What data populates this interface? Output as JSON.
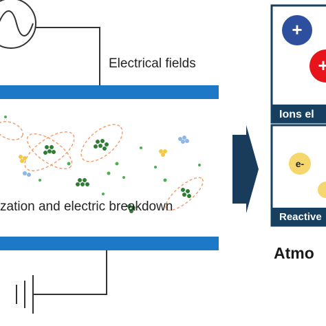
{
  "labels": {
    "electrical_fields": "Electrical fields",
    "breakdown": "zation and electric breakdown",
    "atmo": "Atmo"
  },
  "panels": [
    {
      "title": "Ions el",
      "symbols": [
        "+",
        "+"
      ]
    },
    {
      "title": "Reactive",
      "symbols": [
        "e-"
      ]
    }
  ],
  "colors": {
    "electrode": "#1e78c8",
    "panel_border": "#173f5f",
    "panel_bar": "#173f5f",
    "arrow": "#1a3c5c",
    "positive_ion_blue": "#2d4f9e",
    "positive_ion_red": "#e8141c",
    "electron": "#f5d76e",
    "particle_green": "#2e7d32",
    "orbit_dash": "#f0a070"
  }
}
